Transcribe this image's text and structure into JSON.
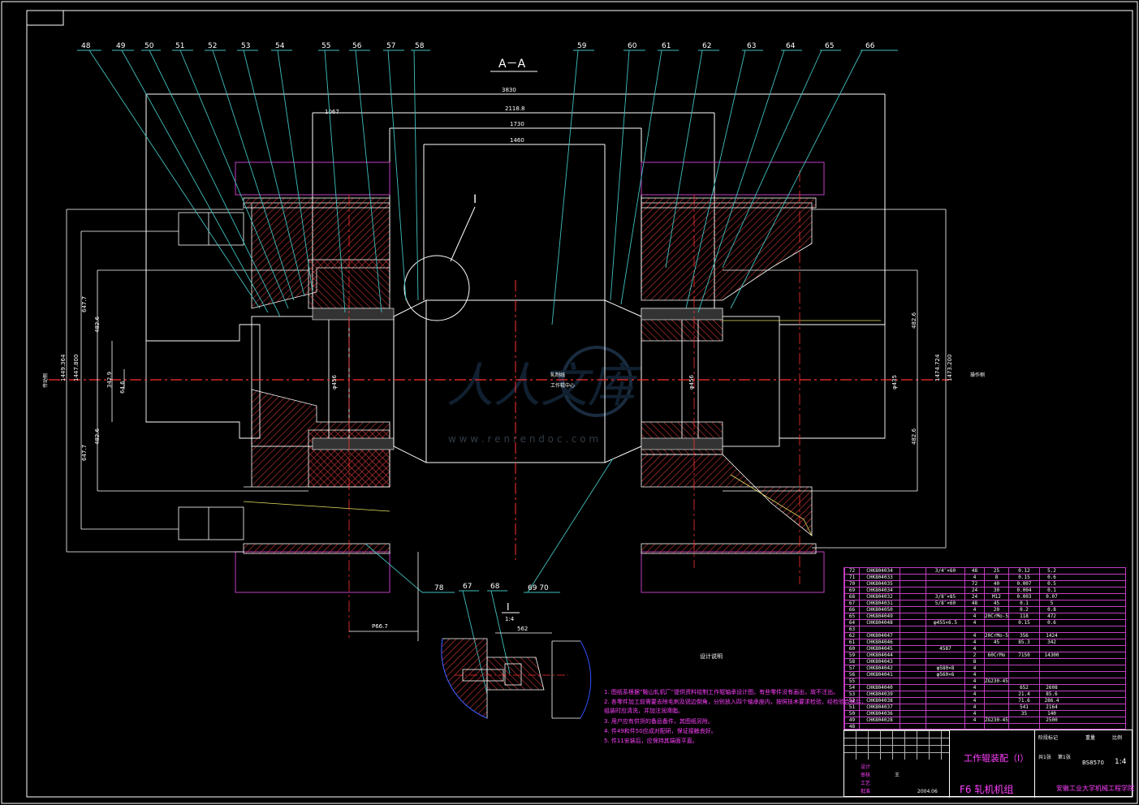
{
  "drawing": {
    "section_label": "A－A",
    "detail_marker": "I",
    "detail_title": "I",
    "detail_scale": "1:4",
    "watermark": "人人文库",
    "watermark_url": "w w w . r e n r e n d o c . c o m",
    "leaders": {
      "top": [
        "48",
        "49",
        "50",
        "51",
        "52",
        "53",
        "54",
        "55",
        "56",
        "57",
        "58",
        "59",
        "60",
        "61",
        "62",
        "63",
        "64",
        "65",
        "66"
      ],
      "bottom": [
        "78",
        "67",
        "68",
        "69 70"
      ]
    },
    "dimensions": {
      "overall": "3830",
      "inner": "2118.8",
      "span1": "1730",
      "span2": "1460",
      "left_shoulder": "1067",
      "left_h1": "1449.364",
      "left_h2": "1447.800",
      "left_r1": "647.7",
      "left_r2": "482.6",
      "left_r3": "647.7",
      "left_r4": "482.6",
      "shaft": "342.9",
      "shaft_small": "64.6",
      "bore_l": "φ456",
      "bore_r": "φ456",
      "right_r1": "482.6",
      "right_r2": "482.6",
      "right_h1": "1474.724",
      "right_h2": "1473.200",
      "right_d": "φ435",
      "bottom_dim": "P66.7",
      "detail_dim": "562"
    },
    "side_labels": {
      "left": "传动侧",
      "right": "操作侧",
      "center_up": "轧制线",
      "center_down": "工作辊中心"
    }
  },
  "notes": {
    "title": "设计说明",
    "items": [
      "1. 图纸系根据“鞍山轧机厂”提供资料绘制工作辊轴承设计图，有些零件没有画出，故不注出。",
      "2. 各零件加工前需要去除毛刺及锐边倒角，分别放入四个轴承座内，按照技术要求检验，经检验合格后，",
      "   组装时应清洗，并加注润滑脂。",
      "3. 用户应有供货的备品备件，其图纸另附。",
      "4. 件49和件50应成对配研，保证接触良好。",
      "5. 件11安装后，应保持其端面平直。"
    ]
  },
  "parts_list": {
    "rows": [
      [
        "72",
        "CHK804034",
        "",
        "3/4″×60",
        "48",
        "25",
        "0.12",
        "5.2"
      ],
      [
        "71",
        "CHK804033",
        "",
        "",
        "4",
        "8",
        "0.15",
        "0.6"
      ],
      [
        "70",
        "CHK804035",
        "",
        "",
        "72",
        "40",
        "0.007",
        "0.5"
      ],
      [
        "69",
        "CHK804034",
        "",
        "",
        "24",
        "30",
        "0.004",
        "0.1"
      ],
      [
        "68",
        "CHK804032",
        "",
        "3/8″×85",
        "24",
        "M12",
        "0.003",
        "0.07"
      ],
      [
        "67",
        "CHK804031",
        "",
        "5/8″×60",
        "48",
        "45",
        "0.1",
        "5"
      ],
      [
        "66",
        "CHK804050",
        "",
        "",
        "4",
        "20",
        "0.2",
        "0.8"
      ],
      [
        "65",
        "CHK804049",
        "",
        "",
        "4",
        "20CrMo-5",
        "118",
        "472"
      ],
      [
        "64",
        "CHK804048",
        "",
        "φ455×6.5",
        "4",
        "",
        "0.15",
        "0.6"
      ],
      [
        "63",
        "",
        "",
        "",
        "",
        "",
        "",
        ""
      ],
      [
        "62",
        "CHK804047",
        "",
        "",
        "4",
        "20CrMo-5",
        "356",
        "1424"
      ],
      [
        "61",
        "CHK804046",
        "",
        "",
        "4",
        "45",
        "85.3",
        "342"
      ],
      [
        "60",
        "CHK804045",
        "",
        "4587",
        "4",
        "",
        "",
        ""
      ],
      [
        "59",
        "CHK804044",
        "",
        "",
        "2",
        "60CrMo",
        "7150",
        "14300"
      ],
      [
        "58",
        "CHK804043",
        "",
        "",
        "8",
        "",
        "",
        ""
      ],
      [
        "57",
        "CHK804042",
        "",
        "φ580×8",
        "4",
        "",
        "",
        ""
      ],
      [
        "56",
        "CHK804041",
        "",
        "φ560×6",
        "4",
        "",
        "",
        ""
      ],
      [
        "55",
        "",
        "",
        "",
        "4",
        "ZG230-450",
        "",
        ""
      ],
      [
        "54",
        "CHK804040",
        "",
        "",
        "4",
        "",
        "652",
        "2608"
      ],
      [
        "53",
        "CHK804039",
        "",
        "",
        "4",
        "",
        "21.4",
        "85.6"
      ],
      [
        "52",
        "CHK804038",
        "",
        "",
        "4",
        "",
        "71.6",
        "286.4"
      ],
      [
        "51",
        "CHK804037",
        "",
        "",
        "4",
        "",
        "541",
        "2164"
      ],
      [
        "50",
        "CHK804036",
        "",
        "",
        "4",
        "",
        "35",
        "140"
      ],
      [
        "49",
        "CHK804028",
        "",
        "",
        "4",
        "ZG230-450",
        "",
        "2500"
      ],
      [
        "48",
        "",
        "",
        "",
        "",
        "",
        "",
        ""
      ]
    ]
  },
  "title_block": {
    "drawing_name": "工作辊装配（I）",
    "assembly": "F6 轧机机组",
    "school": "安徽工业大学机械工程学院",
    "scale": "1:4",
    "sheet": "第1张",
    "code": "BS8570",
    "date": "2004.06",
    "roles": [
      "设计",
      "审核",
      "工艺",
      "批准"
    ],
    "names": [
      "",
      "王",
      "",
      ""
    ],
    "stages": [
      "阶段标记",
      "重量",
      "比例"
    ],
    "sheet_info": [
      "共1张",
      "第1张"
    ]
  }
}
